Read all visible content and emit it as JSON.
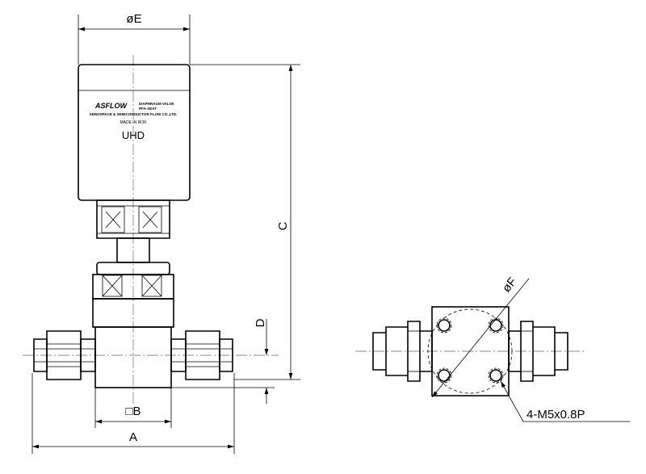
{
  "dimensions": {
    "dia_e": "øE",
    "c": "C",
    "d": "D",
    "square_b": "□B",
    "a": "A",
    "dia_f": "øF",
    "thread_note": "4-M5x0.8P"
  },
  "label": {
    "logo": "ASFLOW",
    "product_line1": "DIAPHRAGM VALVE",
    "product_line2": "PFA-SEAT",
    "company": "AEROSPACE & SEMICONDUCTOR FLOW CO.,LTD.",
    "origin": "MADE IN ROK",
    "model": "UHD"
  }
}
